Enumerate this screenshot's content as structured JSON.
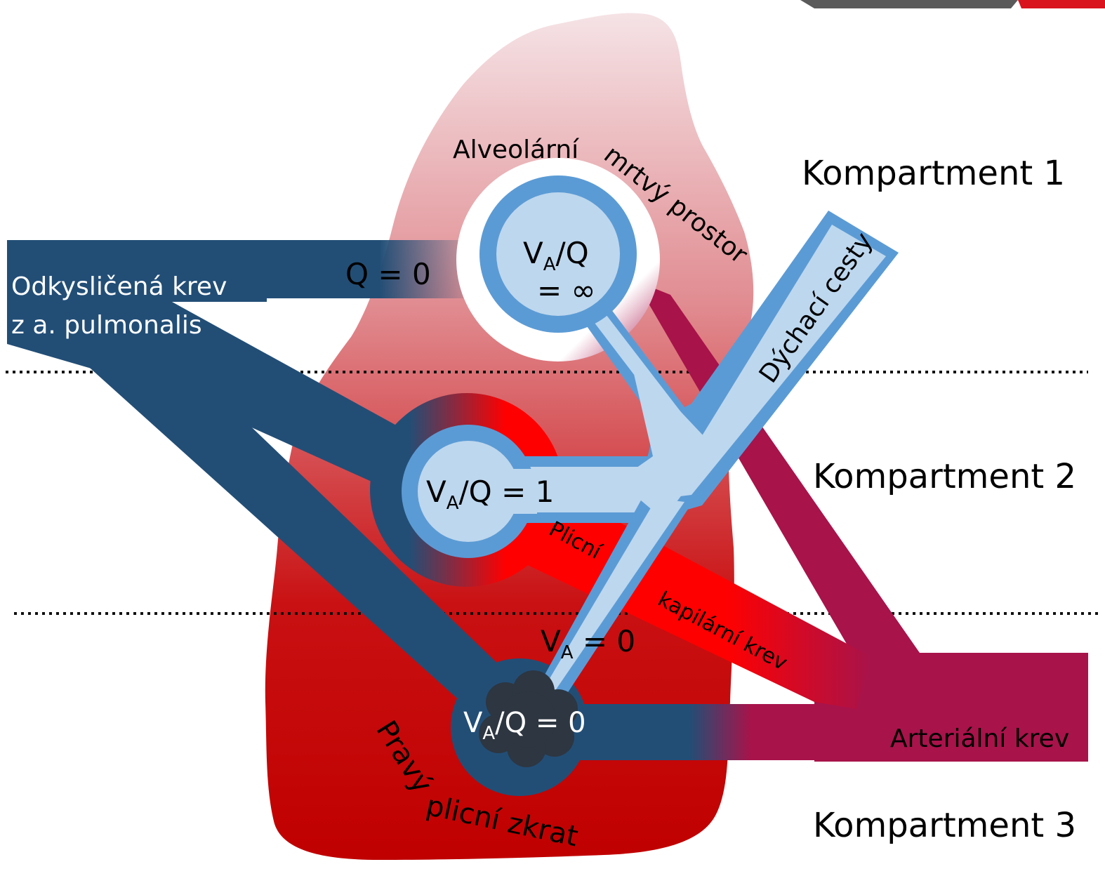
{
  "compartments": {
    "c1": "Kompartment 1",
    "c2": "Kompartment 2",
    "c3": "Kompartment 3"
  },
  "labels": {
    "deoxygenated_line1": "Odkysličená krev",
    "deoxygenated_line2": "z a. pulmonalis",
    "q_zero": "Q = 0",
    "dead_space_1": "Alveolární",
    "dead_space_2": "mrtvý prostor",
    "airways": "Dýchací cesty",
    "capillary_1": "Plicní",
    "capillary_2": "kapilární krev",
    "arterial": "Arteriální krev",
    "shunt": "Pravý plicní  zkrat"
  },
  "ratios": {
    "va": "V",
    "a_sub": "A",
    "infinite_top": "/Q",
    "infinite_bottom": "= ∞",
    "normal": "/Q = 1",
    "shunt": "/Q = 0",
    "va_zero": " = 0"
  },
  "colors": {
    "venous": "#224e76",
    "arterial": "#a8134a",
    "capillary": "#ff0000",
    "airway": "#bdd7ee",
    "airway_border": "#5b9bd5",
    "lung_top": "#f3dcdf",
    "lung_bottom": "#c00000"
  }
}
